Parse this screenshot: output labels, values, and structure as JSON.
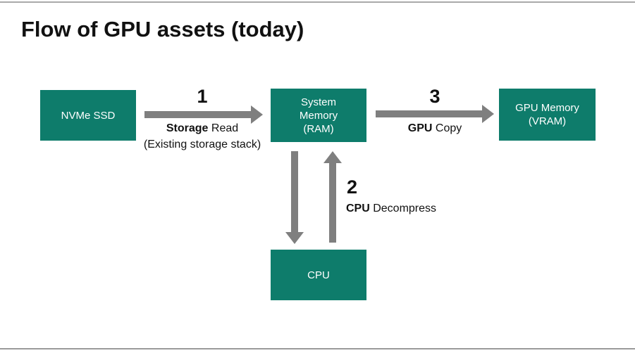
{
  "slide": {
    "title": "Flow of GPU assets (today)"
  },
  "nodes": {
    "nvme_ssd": {
      "label": "NVMe SSD"
    },
    "system_memory": {
      "lines": [
        "System",
        "Memory",
        "(RAM)"
      ]
    },
    "gpu_memory": {
      "lines": [
        "GPU Memory",
        "(VRAM)"
      ]
    },
    "cpu": {
      "label": "CPU"
    }
  },
  "steps": {
    "step1": {
      "number": "1",
      "verb_bold": "Storage",
      "verb_rest": " Read",
      "subtitle": "(Existing storage stack)"
    },
    "step2": {
      "number": "2",
      "verb_bold": "CPU",
      "verb_rest": " Decompress"
    },
    "step3": {
      "number": "3",
      "verb_bold": "GPU",
      "verb_rest": " Copy"
    }
  },
  "colors": {
    "node_fill": "#0e7c6b",
    "node_text": "#ffffff",
    "arrow": "#7f7f7f",
    "title_text": "#111111"
  }
}
